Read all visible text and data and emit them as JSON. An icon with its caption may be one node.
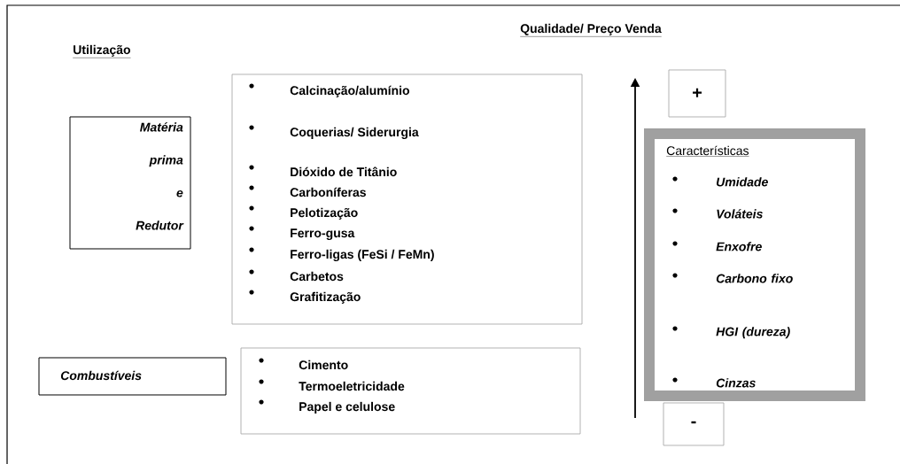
{
  "diagram": {
    "nodes": [
      {
        "text": [
          "Matéria prima e Redutor"
        ]
      },
      {
        "text": [
          "Calcinação/alumínio",
          "Coquerias/ Siderurgia",
          "Dióxido de Titânio",
          "Carboníferas",
          "Pelotização",
          "Ferro-gusa",
          "Ferro-ligas (FeSi / FeMn)",
          "Carbetos",
          "Grafitização"
        ]
      },
      {
        "text": [
          "Combustíveis"
        ]
      },
      {
        "text": [
          "Cimento",
          "Termoeletricidade",
          "Papel e celulose"
        ]
      },
      {
        "text": [
          "+"
        ]
      },
      {
        "text": [
          "Características",
          "Umidade",
          "Voláteis",
          "Enxofre",
          "Carbono fixo",
          "HGI (dureza)",
          "Cinzas"
        ]
      },
      {
        "text": [
          "-"
        ]
      }
    ],
    "labels": [
      "Qualidade/ Preço Venda",
      "Utilização"
    ]
  }
}
